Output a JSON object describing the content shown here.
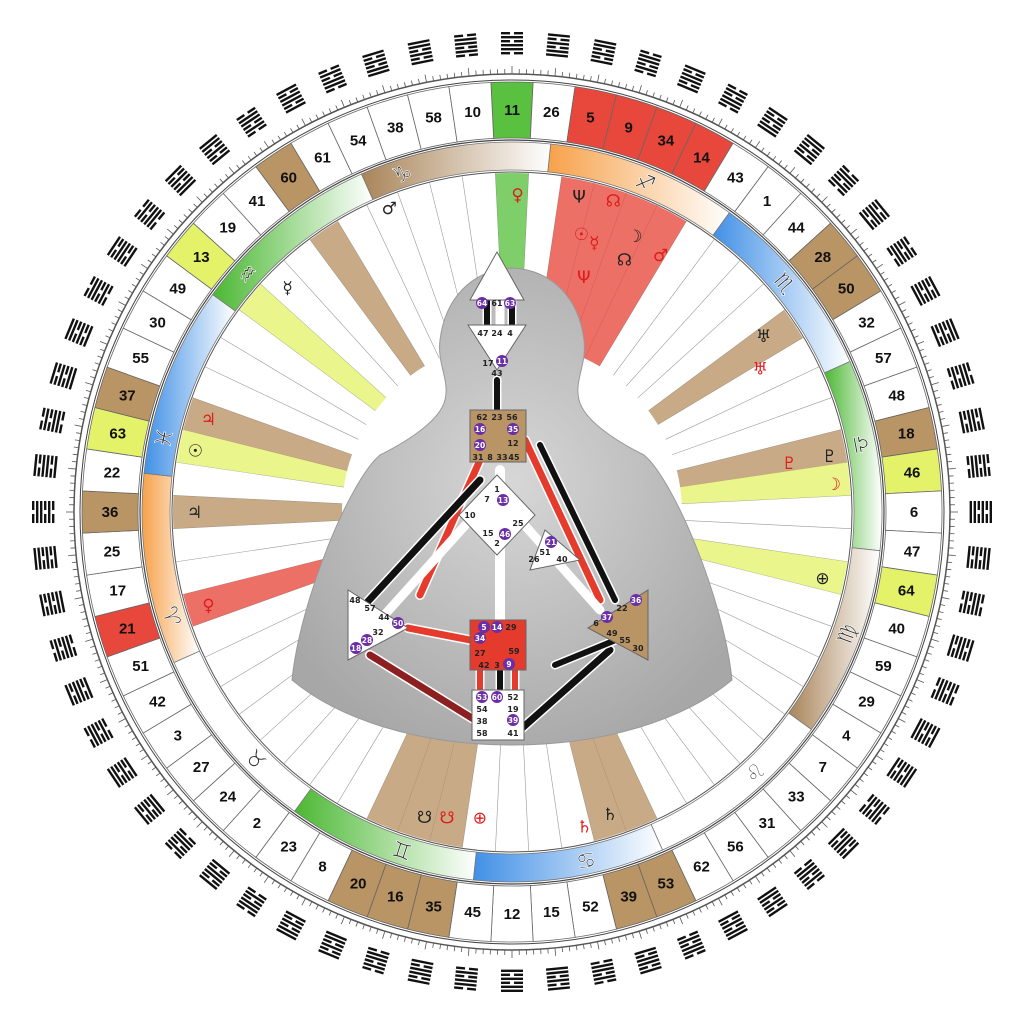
{
  "colors": {
    "red": "#e8483c",
    "tan": "#b99464",
    "green": "#5ac040",
    "lime": "#e4f26a",
    "orange": "#f28a2c",
    "blue": "#3f8fe6",
    "body_gray": "#c4c4c4",
    "defined_red": "#e53b2c"
  },
  "wheel": {
    "gates": [
      {
        "n": "11",
        "a": 0,
        "c": "green"
      },
      {
        "n": "26",
        "a": 5.625,
        "c": ""
      },
      {
        "n": "5",
        "a": 11.25,
        "c": "red"
      },
      {
        "n": "9",
        "a": 16.875,
        "c": "red"
      },
      {
        "n": "34",
        "a": 22.5,
        "c": "red"
      },
      {
        "n": "14",
        "a": 28.125,
        "c": "red"
      },
      {
        "n": "43",
        "a": 33.75,
        "c": ""
      },
      {
        "n": "1",
        "a": 39.375,
        "c": ""
      },
      {
        "n": "44",
        "a": 45,
        "c": ""
      },
      {
        "n": "28",
        "a": 50.625,
        "c": "tan"
      },
      {
        "n": "50",
        "a": 56.25,
        "c": "tan"
      },
      {
        "n": "32",
        "a": 61.875,
        "c": ""
      },
      {
        "n": "57",
        "a": 67.5,
        "c": ""
      },
      {
        "n": "48",
        "a": 73.125,
        "c": ""
      },
      {
        "n": "18",
        "a": 78.75,
        "c": "tan"
      },
      {
        "n": "46",
        "a": 84.375,
        "c": "lime"
      },
      {
        "n": "6",
        "a": 90,
        "c": ""
      },
      {
        "n": "47",
        "a": 95.625,
        "c": ""
      },
      {
        "n": "64",
        "a": 101.25,
        "c": "lime"
      },
      {
        "n": "40",
        "a": 106.875,
        "c": ""
      },
      {
        "n": "59",
        "a": 112.5,
        "c": ""
      },
      {
        "n": "29",
        "a": 118.125,
        "c": ""
      },
      {
        "n": "4",
        "a": 123.75,
        "c": ""
      },
      {
        "n": "7",
        "a": 129.375,
        "c": ""
      },
      {
        "n": "33",
        "a": 135,
        "c": ""
      },
      {
        "n": "31",
        "a": 140.625,
        "c": ""
      },
      {
        "n": "56",
        "a": 146.25,
        "c": ""
      },
      {
        "n": "62",
        "a": 151.875,
        "c": ""
      },
      {
        "n": "53",
        "a": 157.5,
        "c": "tan"
      },
      {
        "n": "39",
        "a": 163.125,
        "c": "tan"
      },
      {
        "n": "52",
        "a": 168.75,
        "c": ""
      },
      {
        "n": "15",
        "a": 174.375,
        "c": ""
      },
      {
        "n": "12",
        "a": 180,
        "c": ""
      },
      {
        "n": "45",
        "a": 185.625,
        "c": ""
      },
      {
        "n": "35",
        "a": 191.25,
        "c": "tan"
      },
      {
        "n": "16",
        "a": 196.875,
        "c": "tan"
      },
      {
        "n": "20",
        "a": 202.5,
        "c": "tan"
      },
      {
        "n": "8",
        "a": 208.125,
        "c": ""
      },
      {
        "n": "23",
        "a": 213.75,
        "c": ""
      },
      {
        "n": "2",
        "a": 219.375,
        "c": ""
      },
      {
        "n": "24",
        "a": 225,
        "c": ""
      },
      {
        "n": "27",
        "a": 230.625,
        "c": ""
      },
      {
        "n": "3",
        "a": 236.25,
        "c": ""
      },
      {
        "n": "42",
        "a": 241.875,
        "c": ""
      },
      {
        "n": "51",
        "a": 247.5,
        "c": ""
      },
      {
        "n": "21",
        "a": 253.125,
        "c": "red"
      },
      {
        "n": "17",
        "a": 258.75,
        "c": ""
      },
      {
        "n": "25",
        "a": 264.375,
        "c": ""
      },
      {
        "n": "36",
        "a": 270,
        "c": "tan"
      },
      {
        "n": "22",
        "a": 275.625,
        "c": ""
      },
      {
        "n": "63",
        "a": 281.25,
        "c": "lime"
      },
      {
        "n": "37",
        "a": 286.875,
        "c": "tan"
      },
      {
        "n": "55",
        "a": 292.5,
        "c": ""
      },
      {
        "n": "30",
        "a": 298.125,
        "c": ""
      },
      {
        "n": "49",
        "a": 303.75,
        "c": ""
      },
      {
        "n": "13",
        "a": 309.375,
        "c": "lime"
      },
      {
        "n": "19",
        "a": 315,
        "c": ""
      },
      {
        "n": "41",
        "a": 320.625,
        "c": ""
      },
      {
        "n": "60",
        "a": 326.25,
        "c": "tan"
      },
      {
        "n": "61",
        "a": 331.875,
        "c": ""
      },
      {
        "n": "54",
        "a": 337.5,
        "c": ""
      },
      {
        "n": "38",
        "a": 343.125,
        "c": ""
      },
      {
        "n": "58",
        "a": 348.75,
        "c": ""
      },
      {
        "n": "10",
        "a": 354.375,
        "c": ""
      }
    ],
    "zodiac": [
      {
        "glyph": "♐",
        "a": 22,
        "c": "orange",
        "s": 6,
        "e": 36
      },
      {
        "glyph": "♏",
        "a": 50,
        "c": "blue",
        "s": 36,
        "e": 66
      },
      {
        "glyph": "♎",
        "a": 79,
        "c": "green",
        "s": 66,
        "e": 96
      },
      {
        "glyph": "♍",
        "a": 110,
        "c": "tan",
        "s": 96,
        "e": 126
      },
      {
        "glyph": "♌",
        "a": 137,
        "c": "",
        "s": 126,
        "e": 156
      },
      {
        "glyph": "♋",
        "a": 168,
        "c": "blue",
        "s": 156,
        "e": 186
      },
      {
        "glyph": "♊",
        "a": 198,
        "c": "green",
        "s": 186,
        "e": 216
      },
      {
        "glyph": "♉",
        "a": 226,
        "c": "",
        "s": 216,
        "e": 246
      },
      {
        "glyph": "♈",
        "a": 253,
        "c": "orange",
        "s": 246,
        "e": 276
      },
      {
        "glyph": "♓",
        "a": 282,
        "c": "blue",
        "s": 276,
        "e": 306
      },
      {
        "glyph": "♒",
        "a": 312,
        "c": "green",
        "s": 306,
        "e": 336
      },
      {
        "glyph": "♑",
        "a": 342,
        "c": "tan",
        "s": 336,
        "e": 366
      }
    ],
    "planets": [
      {
        "g": "♀",
        "a": 1,
        "r": 0.62,
        "red": true
      },
      {
        "g": "Ψ",
        "a": 12,
        "r": 0.63,
        "red": false
      },
      {
        "g": "☊",
        "a": 18,
        "r": 0.64,
        "red": true
      },
      {
        "g": "☉",
        "a": 14,
        "r": 0.56,
        "red": true
      },
      {
        "g": "☿",
        "a": 17,
        "r": 0.55,
        "red": true
      },
      {
        "g": "☽",
        "a": 24,
        "r": 0.59,
        "red": false
      },
      {
        "g": "☊",
        "a": 24,
        "r": 0.54,
        "red": false
      },
      {
        "g": "♂",
        "a": 30,
        "r": 0.58,
        "red": true
      },
      {
        "g": "Ψ",
        "a": 17,
        "r": 0.48,
        "red": true
      },
      {
        "g": "♅",
        "a": 55,
        "r": 0.6,
        "red": false
      },
      {
        "g": "♅",
        "a": 60,
        "r": 0.56,
        "red": true
      },
      {
        "g": "♇",
        "a": 80,
        "r": 0.63,
        "red": false
      },
      {
        "g": "♇",
        "a": 80,
        "r": 0.55,
        "red": true
      },
      {
        "g": "☽",
        "a": 85,
        "r": 0.63,
        "red": true
      },
      {
        "g": "⊕",
        "a": 102,
        "r": 0.62,
        "red": false
      },
      {
        "g": "♄",
        "a": 162,
        "r": 0.62,
        "red": false
      },
      {
        "g": "♄",
        "a": 167,
        "r": 0.63,
        "red": true
      },
      {
        "g": "☋",
        "a": 196,
        "r": 0.62,
        "red": false
      },
      {
        "g": "☋",
        "a": 192,
        "r": 0.61,
        "red": true
      },
      {
        "g": "⊕",
        "a": 186,
        "r": 0.6,
        "red": true
      },
      {
        "g": "♀",
        "a": 253,
        "r": 0.62,
        "red": true
      },
      {
        "g": "♃",
        "a": 270,
        "r": 0.62,
        "red": false
      },
      {
        "g": "☉",
        "a": 281,
        "r": 0.63,
        "red": false
      },
      {
        "g": "♃",
        "a": 287,
        "r": 0.62,
        "red": true
      },
      {
        "g": "☿",
        "a": 315,
        "r": 0.62,
        "red": false
      },
      {
        "g": "♂",
        "a": 338,
        "r": 0.64,
        "red": false
      }
    ],
    "sectors": [
      {
        "a": 0,
        "c": "green"
      },
      {
        "a": 11.25,
        "c": "red"
      },
      {
        "a": 16.875,
        "c": "red"
      },
      {
        "a": 22.5,
        "c": "red"
      },
      {
        "a": 28.125,
        "c": "red"
      },
      {
        "a": 56.25,
        "c": "tan"
      },
      {
        "a": 78.75,
        "c": "tan"
      },
      {
        "a": 84.375,
        "c": "lime"
      },
      {
        "a": 101.25,
        "c": "lime"
      },
      {
        "a": 157.5,
        "c": "tan"
      },
      {
        "a": 163.125,
        "c": "tan"
      },
      {
        "a": 191.25,
        "c": "tan"
      },
      {
        "a": 196.875,
        "c": "tan"
      },
      {
        "a": 202.5,
        "c": "tan"
      },
      {
        "a": 253.125,
        "c": "red"
      },
      {
        "a": 270,
        "c": "tan"
      },
      {
        "a": 281.25,
        "c": "lime"
      },
      {
        "a": 286.875,
        "c": "tan"
      },
      {
        "a": 309.375,
        "c": "lime"
      },
      {
        "a": 326.25,
        "c": "tan"
      }
    ]
  },
  "bodygraph": {
    "head_gates": [
      "64",
      "61",
      "63"
    ],
    "ajna_gates": [
      "47",
      "24",
      "4",
      "17",
      "11",
      "43"
    ],
    "throat_gates": [
      "62",
      "23",
      "56",
      "16",
      "35",
      "20",
      "12",
      "31",
      "8",
      "33",
      "45"
    ],
    "g_gates": [
      "1",
      "7",
      "13",
      "10",
      "15",
      "46",
      "2",
      "25"
    ],
    "ego_gates": [
      "21",
      "51",
      "26",
      "40"
    ],
    "spleen_gates": [
      "48",
      "57",
      "44",
      "50",
      "32",
      "28",
      "18"
    ],
    "sacral_gates": [
      "5",
      "14",
      "29",
      "34",
      "27",
      "59",
      "42",
      "3",
      "9"
    ],
    "solar_gates": [
      "36",
      "22",
      "37",
      "6",
      "49",
      "55",
      "30"
    ],
    "root_gates": [
      "53",
      "60",
      "52",
      "54",
      "19",
      "38",
      "39",
      "58",
      "41"
    ]
  }
}
